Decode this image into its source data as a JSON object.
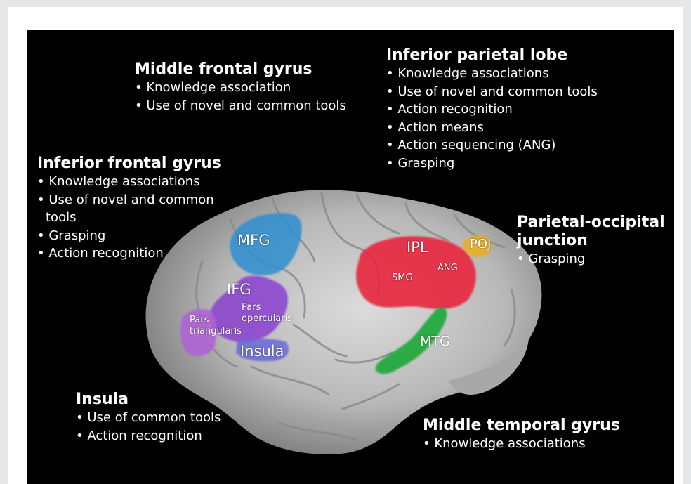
{
  "annotations": {
    "middle_frontal_gyrus": {
      "title": "Middle frontal gyrus",
      "items": [
        "Knowledge association",
        "Use of novel and common tools"
      ]
    },
    "inferior_parietal_lobe": {
      "title": "Inferior parietal lobe",
      "items": [
        "Knowledge associations",
        "Use of novel and common tools",
        "Action recognition",
        "Action means",
        "Action sequencing (ANG)",
        "Grasping"
      ]
    },
    "inferior_frontal_gyrus": {
      "title": "Inferior frontal gyrus",
      "items": [
        "Knowledge associations",
        "Use of novel and common tools",
        "Grasping",
        "Action recognition"
      ]
    },
    "parietal_occipital_junction": {
      "title": "Parietal-occipital junction",
      "items": [
        "Grasping"
      ]
    },
    "insula": {
      "title": "Insula",
      "items": [
        "Use of common tools",
        "Action recognition"
      ]
    },
    "middle_temporal_gyrus": {
      "title": "Middle temporal gyrus",
      "items": [
        "Knowledge associations"
      ]
    }
  },
  "region_labels": {
    "mfg": "MFG",
    "ifg": "IFG",
    "pars_opercularis": "Pars opercularis",
    "pars_triangularis": "Pars triangularis",
    "insula": "Insula",
    "ipl": "IPL",
    "smg": "SMG",
    "ang": "ANG",
    "poj": "POJ",
    "mtg": "MTG"
  },
  "colors": {
    "mfg": "#2f8fd0",
    "ifg": "#8a3fd0",
    "pars_triangularis": "#b060d8",
    "insula": "#6a6ad8",
    "ipl": "#e8283c",
    "poj": "#e8b020",
    "mtg": "#1ea838",
    "background": "#000000"
  }
}
